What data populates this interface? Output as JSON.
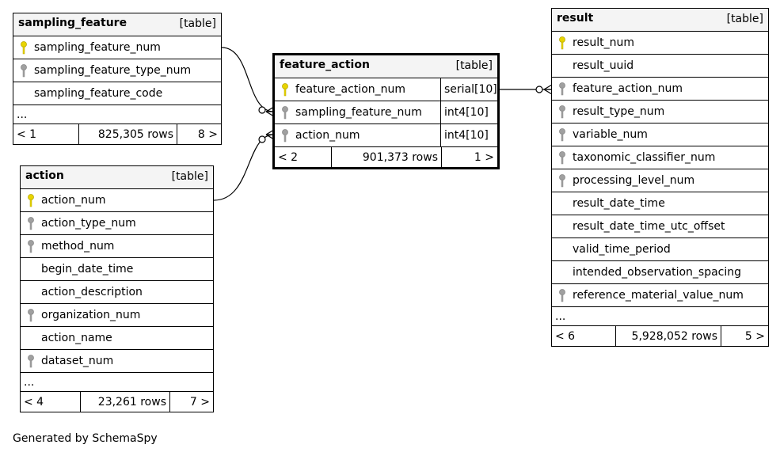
{
  "tables": {
    "sampling_feature": {
      "name": "sampling_feature",
      "type_label": "[table]",
      "columns": [
        {
          "name": "sampling_feature_num",
          "key": "primary"
        },
        {
          "name": "sampling_feature_type_num",
          "key": "foreign"
        },
        {
          "name": "sampling_feature_code",
          "key": "none"
        }
      ],
      "ellipsis": "...",
      "footer": {
        "left": "< 1",
        "rows": "825,305 rows",
        "right": "8 >"
      }
    },
    "action": {
      "name": "action",
      "type_label": "[table]",
      "columns": [
        {
          "name": "action_num",
          "key": "primary"
        },
        {
          "name": "action_type_num",
          "key": "foreign"
        },
        {
          "name": "method_num",
          "key": "foreign"
        },
        {
          "name": "begin_date_time",
          "key": "none"
        },
        {
          "name": "action_description",
          "key": "none"
        },
        {
          "name": "organization_num",
          "key": "foreign"
        },
        {
          "name": "action_name",
          "key": "none"
        },
        {
          "name": "dataset_num",
          "key": "foreign"
        }
      ],
      "ellipsis": "...",
      "footer": {
        "left": "< 4",
        "rows": "23,261 rows",
        "right": "7 >"
      }
    },
    "feature_action": {
      "name": "feature_action",
      "type_label": "[table]",
      "columns": [
        {
          "name": "feature_action_num",
          "key": "primary",
          "type": "serial[10]"
        },
        {
          "name": "sampling_feature_num",
          "key": "foreign",
          "type": "int4[10]"
        },
        {
          "name": "action_num",
          "key": "foreign",
          "type": "int4[10]"
        }
      ],
      "footer": {
        "left": "< 2",
        "rows": "901,373 rows",
        "right": "1 >"
      }
    },
    "result": {
      "name": "result",
      "type_label": "[table]",
      "columns": [
        {
          "name": "result_num",
          "key": "primary"
        },
        {
          "name": "result_uuid",
          "key": "none"
        },
        {
          "name": "feature_action_num",
          "key": "foreign"
        },
        {
          "name": "result_type_num",
          "key": "foreign"
        },
        {
          "name": "variable_num",
          "key": "foreign"
        },
        {
          "name": "taxonomic_classifier_num",
          "key": "foreign"
        },
        {
          "name": "processing_level_num",
          "key": "foreign"
        },
        {
          "name": "result_date_time",
          "key": "none"
        },
        {
          "name": "result_date_time_utc_offset",
          "key": "none"
        },
        {
          "name": "valid_time_period",
          "key": "none"
        },
        {
          "name": "intended_observation_spacing",
          "key": "none"
        },
        {
          "name": "reference_material_value_num",
          "key": "foreign"
        }
      ],
      "ellipsis": "...",
      "footer": {
        "left": "< 6",
        "rows": "5,928,052 rows",
        "right": "5 >"
      }
    }
  },
  "colors": {
    "primary_key": "#e8d400",
    "foreign_key": "#a0a0a0",
    "header_bg": "#f4f4f4"
  },
  "footer_text": "Generated by SchemaSpy"
}
